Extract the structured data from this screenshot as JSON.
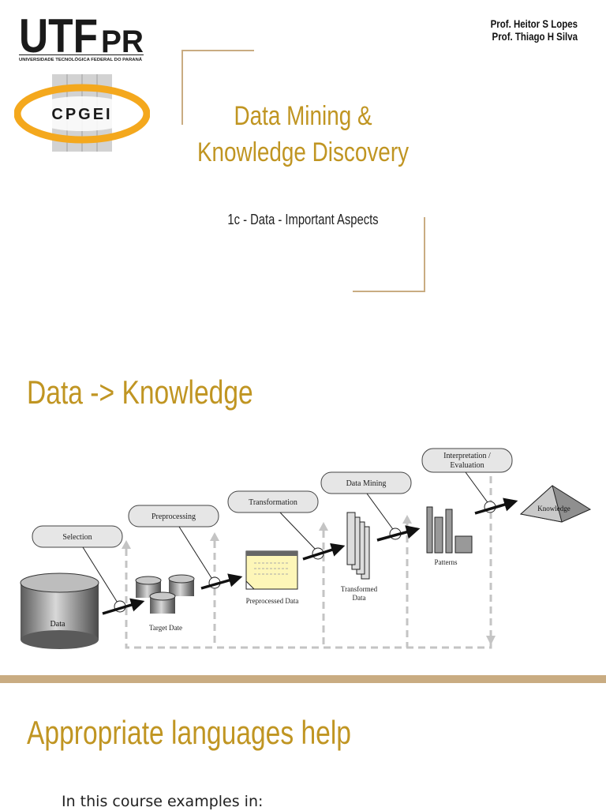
{
  "slide1": {
    "logo_text": "UTFPR",
    "logo_caption": "UNIVERSIDADE TECNOLÓGICA FEDERAL DO PARANÁ",
    "cpgei_text": "CPGEI",
    "authors": [
      "Prof. Heitor S Lopes",
      "Prof. Thiago H Silva"
    ],
    "title_lines": [
      "Data Mining &",
      "Knowledge Discovery"
    ],
    "subtitle": "1c - Data - Important Aspects",
    "colors": {
      "accent": "#c09522",
      "bracket": "#c9ac82",
      "logo_orange": "#f4a81d"
    }
  },
  "slide2": {
    "heading": "Data -> Knowledge",
    "diagram": {
      "steps": [
        "Selection",
        "Preprocessing",
        "Transformation",
        "Data Mining",
        "Interpretation /",
        "Evaluation"
      ],
      "stores": [
        "Data",
        "Target Date",
        "Preprocessed Data",
        "Transformed",
        "Data",
        "Patterns",
        "Knowledge"
      ]
    }
  },
  "slide3": {
    "heading": "Appropriate languages help",
    "body": "In this course examples in:"
  }
}
